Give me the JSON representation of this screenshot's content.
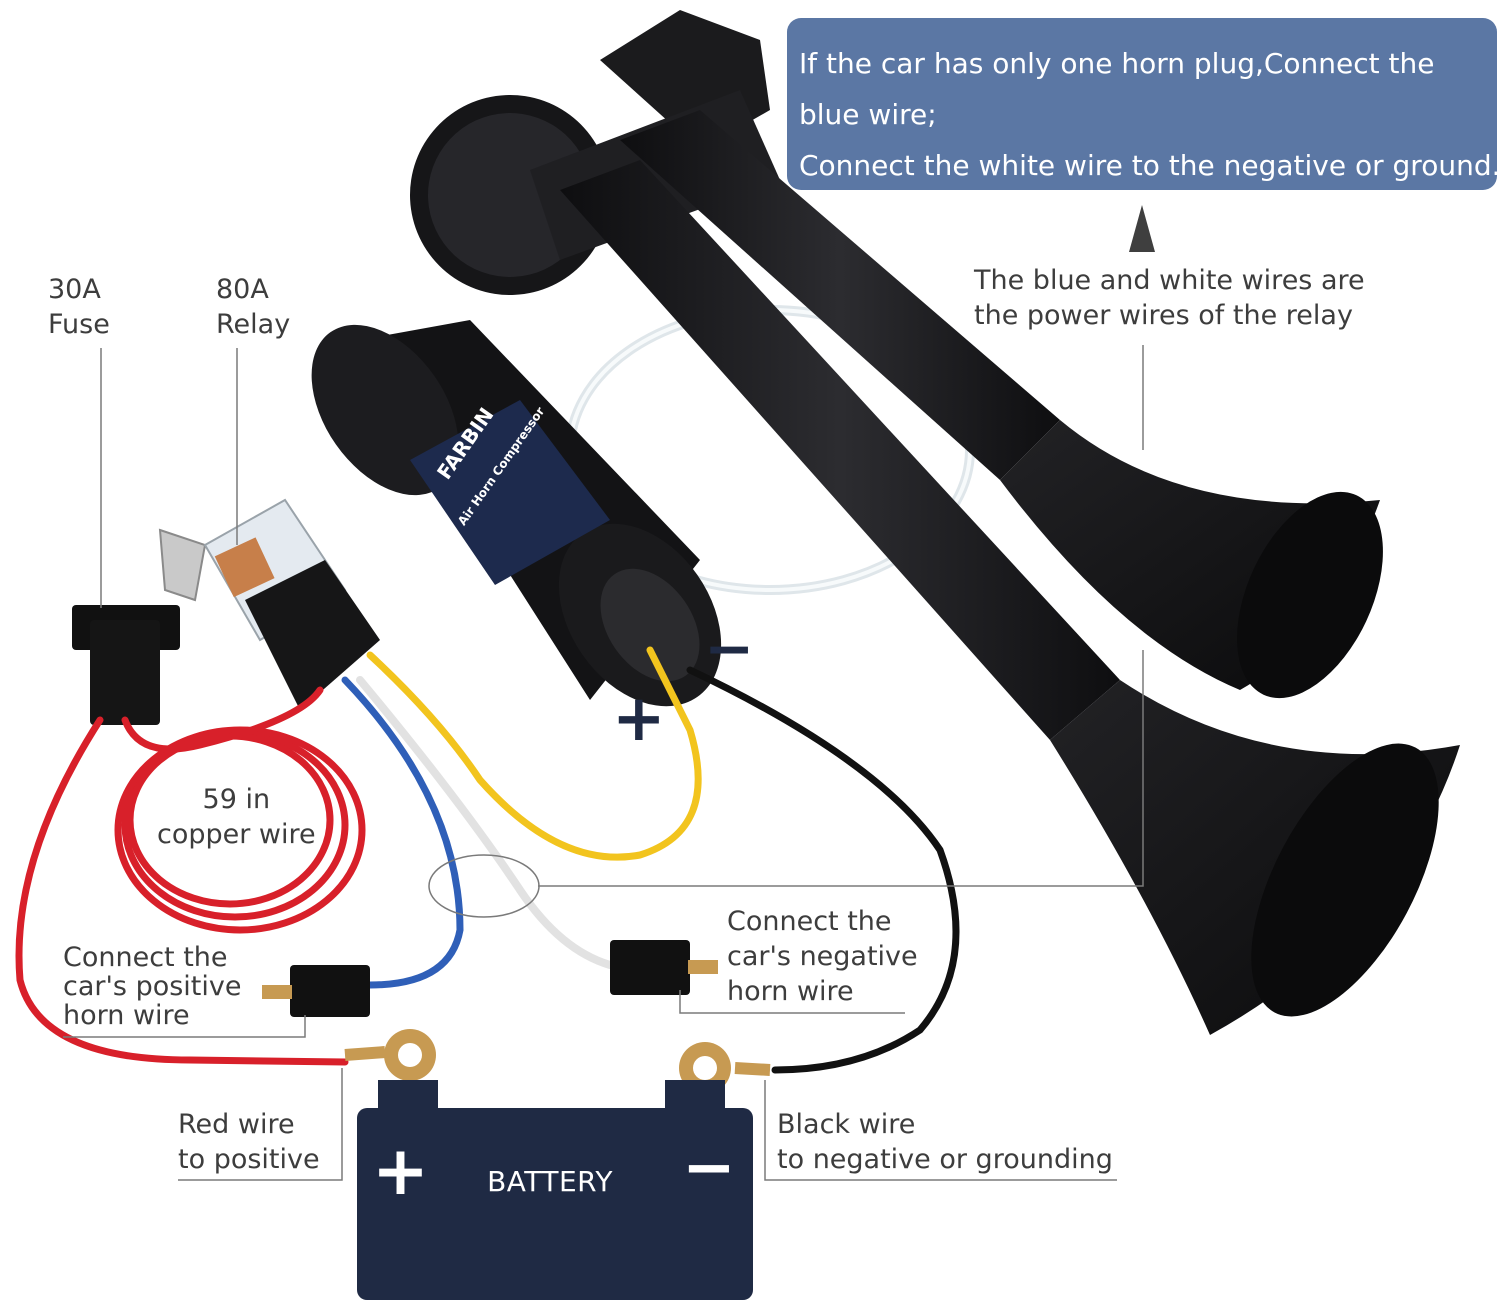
{
  "callout": {
    "lines": [
      "If the car has only one horn plug,Connect the",
      "blue wire;",
      "Connect the white wire to the negative or ground."
    ]
  },
  "labels": {
    "fuse": [
      "30A",
      "Fuse"
    ],
    "relay": [
      "80A",
      "Relay"
    ],
    "power_wires": [
      "The blue and white wires are",
      "the power wires of the relay"
    ],
    "copper_wire": [
      "59 in",
      "copper wire"
    ],
    "positive_horn": [
      "Connect the",
      "car's positive",
      "horn wire"
    ],
    "negative_horn": [
      "Connect the",
      "car's negative",
      "horn wire"
    ],
    "red_wire": [
      "Red wire",
      "to positive"
    ],
    "black_wire": [
      "Black wire",
      "to negative or grounding"
    ]
  },
  "battery": {
    "label": "BATTERY",
    "plus": "+",
    "minus": "−"
  },
  "compressor": {
    "plus": "+",
    "minus": "−",
    "brand": "FARBIN",
    "product": "Air Horn Compressor"
  },
  "colors": {
    "callout_bg": "#5b77a4",
    "battery": "#1f2a44",
    "horn": "#1c1c1e",
    "wire_red": "#d8202a",
    "wire_blue": "#2f5fb8",
    "wire_yellow": "#f2c41e",
    "wire_white": "#f4f4f4",
    "wire_black": "#111111"
  }
}
